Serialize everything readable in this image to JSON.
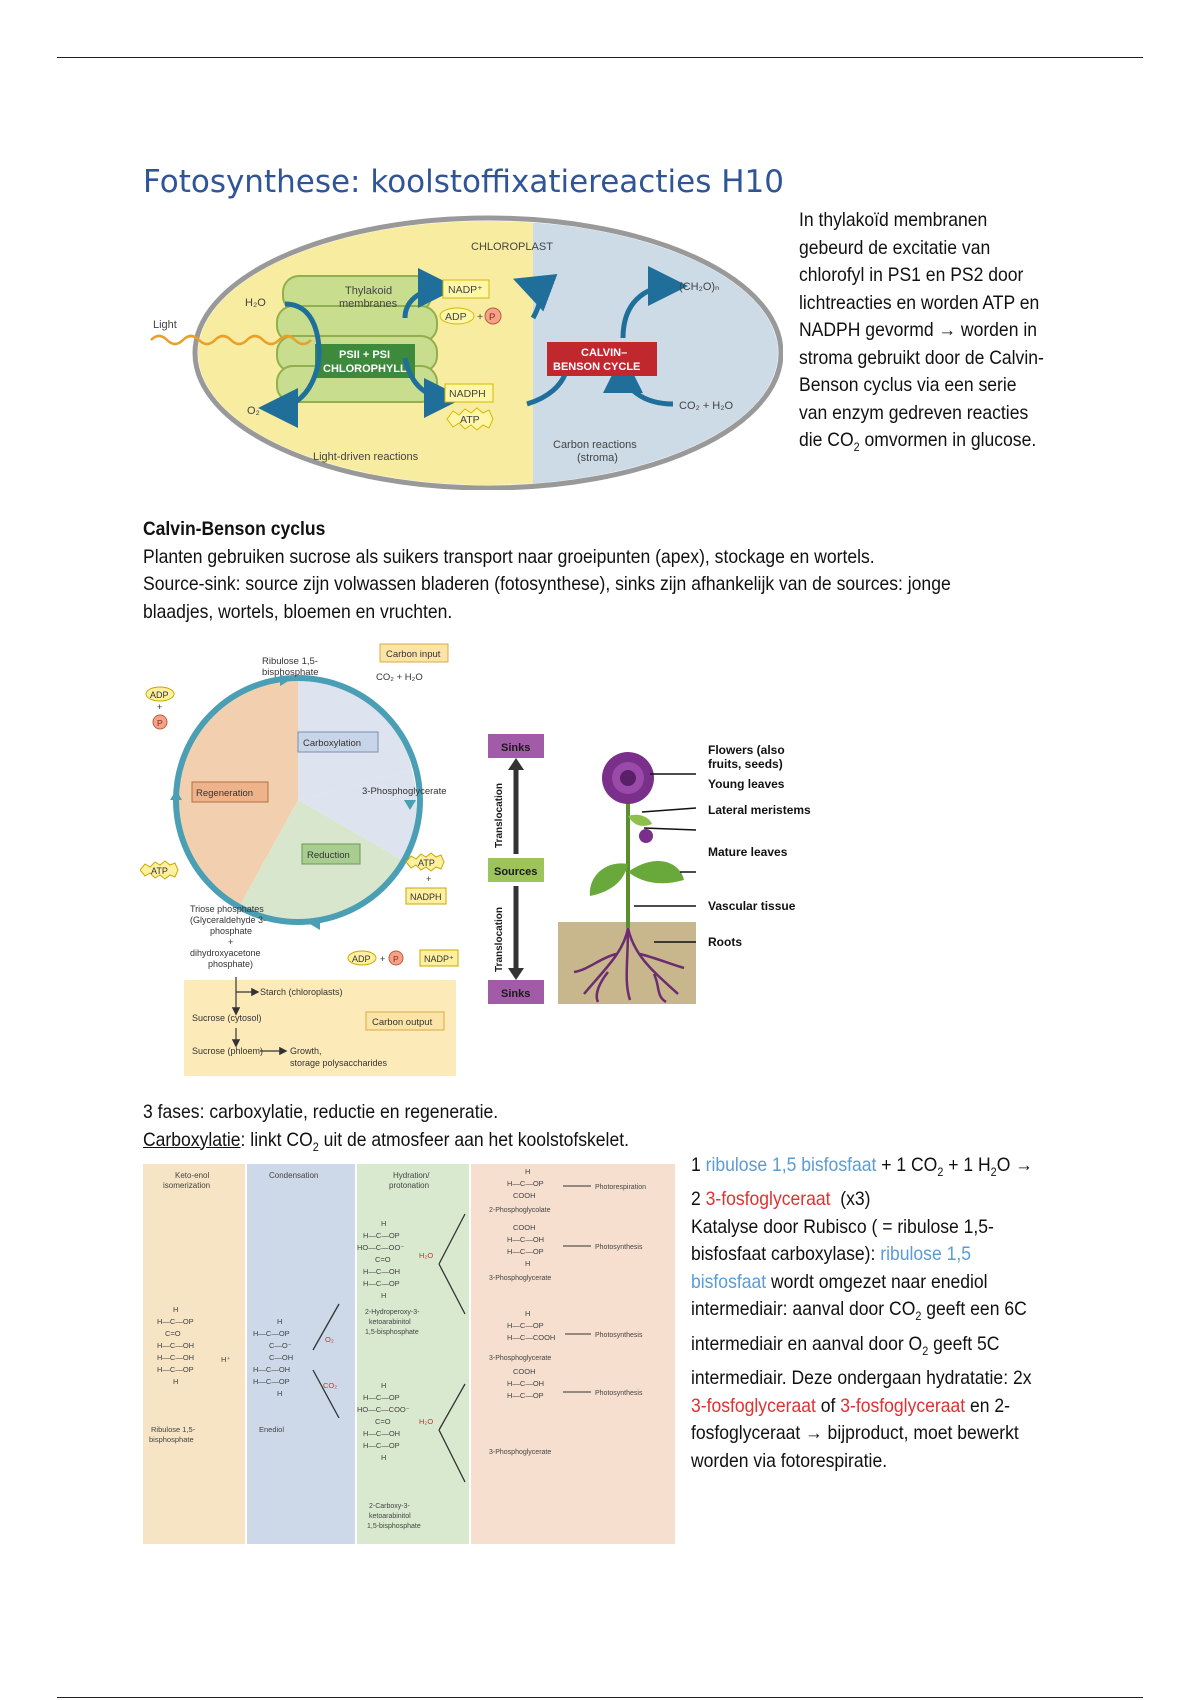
{
  "page": {
    "title": "Fotosynthese: koolstoffixatiereacties H10"
  },
  "chloroplast_figure": {
    "label_chloroplast": "CHLOROPLAST",
    "label_light": "Light",
    "label_h2o": "H₂O",
    "label_o2": "O₂",
    "label_thylakoid": "Thylakoid",
    "label_membranes": "membranes",
    "label_psii_1": "PSII + PSI",
    "label_psii_2": "CHLOROPHYLL",
    "label_nadp_plus": "NADP⁺",
    "label_adp": "ADP",
    "label_pi": "P",
    "label_nadph": "NADPH",
    "label_atp": "ATP",
    "label_calvin_1": "CALVIN–",
    "label_calvin_2": "BENSON CYCLE",
    "label_ch2o": "(CH₂O)ₙ",
    "label_co2_h2o": "CO₂ + H₂O",
    "label_light_driven": "Light-driven reactions",
    "label_carbon_reactions": "Carbon reactions",
    "label_stroma": "(stroma)",
    "colors": {
      "left_fill": "#f8eca0",
      "right_fill": "#cddbe6",
      "arrow": "#1f6f9a",
      "green": "#b9d37a",
      "dark_green": "#3d8a3d",
      "red_box": "#c0282d"
    }
  },
  "intro_text": {
    "line1": "In thylakoïd membranen",
    "line2": "gebeurd de excitatie van",
    "line3": "chlorofyl in PS1 en PS2 door",
    "line4": "lichtreacties en worden ATP en",
    "line5": "NADPH gevormd → worden in",
    "line6": "stroma gebruikt door de Calvin-",
    "line7": "Benson cyclus via een serie",
    "line8": "van enzym gedreven reacties",
    "line9_a": "die CO",
    "line9_sub": "2",
    "line9_b": " omvormen in glucose."
  },
  "calvin_section": {
    "heading": "Calvin-Benson cyclus",
    "line1": "Planten gebruiken sucrose als suikers transport naar groeipunten (apex), stockage en wortels.",
    "line2": "Source-sink: source zijn volwassen bladeren (fotosynthese), sinks zijn afhankelijk van de sources: jonge",
    "line3": "blaadjes, wortels, bloemen en vruchten."
  },
  "cycle_figure": {
    "ribulose": "Ribulose 1,5-",
    "ribulose2": "bisphosphate",
    "carbon_input": "Carbon input",
    "co2_h2o": "CO₂ + H₂O",
    "adp": "ADP",
    "pi": "P",
    "carboxylation": "Carboxylation",
    "regeneration": "Regeneration",
    "phosphoglycerate": "3-Phosphoglycerate",
    "reduction": "Reduction",
    "atp": "ATP",
    "nadph": "NADPH",
    "triose1": "Triose phosphates",
    "triose2": "(Glyceraldehyde 3-",
    "triose3": "phosphate",
    "triose4": "+",
    "triose5": "dihydroxyacetone",
    "triose6": "phosphate)",
    "adp_pi": "+",
    "nadp_plus": "NADP⁺",
    "starch": "Starch (chloroplasts)",
    "sucrose_cytosol": "Sucrose (cytosol)",
    "carbon_output": "Carbon output",
    "sucrose_phloem": "Sucrose (phloem)",
    "growth": "Growth,",
    "storage": "storage polysaccharides"
  },
  "plant_figure": {
    "sinks_top": "Sinks",
    "sources": "Sources",
    "sinks_bottom": "Sinks",
    "translocation": "Translocation",
    "flowers": "Flowers (also",
    "flowers2": "fruits, seeds)",
    "young_leaves": "Young leaves",
    "lateral": "Lateral meristems",
    "mature": "Mature leaves",
    "vascular": "Vascular tissue",
    "roots": "Roots"
  },
  "phases_text": {
    "line1": "3 fases: carboxylatie, reductie en regeneratie.",
    "carbox_label": "Carboxylatie",
    "carbox_rest_a": ": linkt CO",
    "carbox_sub": "2",
    "carbox_rest_b": " uit de atmosfeer aan het koolstofskelet."
  },
  "mechanism_figure": {
    "col1_title1": "Keto-enol",
    "col1_title2": "isomerization",
    "col2_title": "Condensation",
    "col3_title1": "Hydration/",
    "col3_title2": "protonation",
    "ribulose1": "Ribulose 1,5-",
    "ribulose2": "bisphosphate",
    "enediol": "Enediol",
    "o2": "O₂",
    "co2": "CO₂",
    "h2o": "H₂O",
    "hplus": "H⁺",
    "hydroperoxy1": "2-Hydroperoxy-3-",
    "hydroperoxy2": "ketoarabinitol",
    "hydroperoxy3": "1,5-bisphosphate",
    "carboxy1": "2-Carboxy-3-",
    "carboxy2": "ketoarabinitol",
    "carboxy3": "1,5-bisphosphate",
    "phosphoglycolate": "2-Phosphoglycolate",
    "pga": "3-Phosphoglycerate",
    "photorespiration": "Photorespiration",
    "photosynthesis": "Photosynthesis",
    "colors": {
      "col1": "#f6e4c4",
      "col2": "#cdd9e8",
      "col3": "#d9e9cf",
      "col4": "#f6dfcf"
    }
  },
  "rubisco_text": {
    "l1_a": "1 ",
    "l1_blue": "ribulose 1,5 bisfosfaat",
    "l1_b": " + 1 CO",
    "l1_sub1": "2",
    "l1_c": " + 1 H",
    "l1_sub2": "2",
    "l1_d": "O →",
    "l2_a": "2 ",
    "l2_red": "3-fosfoglyceraat",
    "l2_b": "  (x3)",
    "l3": "Katalyse door Rubisco ( = ribulose 1,5-",
    "l4_a": "bisfosfaat carboxylase): ",
    "l4_blue": "ribulose 1,5",
    "l5_blue": "bisfosfaat",
    "l5_b": " wordt omgezet naar enediol",
    "l6_a": "intermediair: aanval door CO",
    "l6_sub": "2",
    "l6_b": " geeft een 6C",
    "l7_a": "intermediair en aanval door O",
    "l7_sub": "2",
    "l7_b": " geeft 5C",
    "l8": "intermediair. Deze ondergaan hydratatie: 2x",
    "l9_red1": "3-fosfoglyceraat",
    "l9_mid": " of ",
    "l9_red2": "3-fosfoglyceraat",
    "l9_end": " en 2-",
    "l10": "fosfoglyceraat → bijproduct, moet bewerkt",
    "l11": "worden via fotorespiratie."
  }
}
